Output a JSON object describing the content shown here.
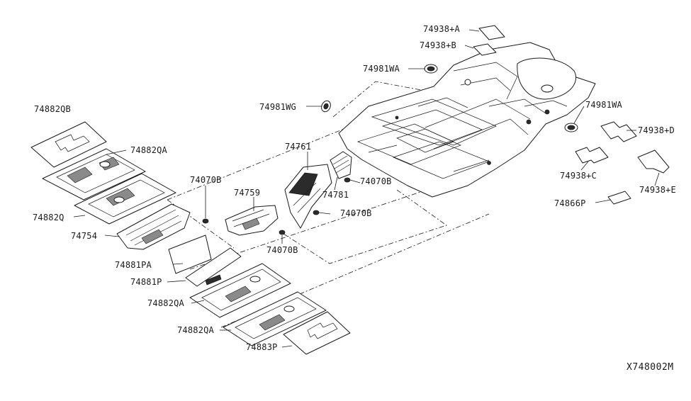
{
  "diagram_code": "X748002M",
  "parts": {
    "p74938A": "74938+A",
    "p74938B": "74938+B",
    "p74981WA_top": "74981WA",
    "p74981WG": "74981WG",
    "p74981WA_right": "74981WA",
    "p74938D": "74938+D",
    "p74938C": "74938+C",
    "p74938E": "74938+E",
    "p74866P": "74866P",
    "p74882QB": "74882QB",
    "p74882QA_top": "74882QA",
    "p74882Q": "74882Q",
    "p74070B_1": "74070B",
    "p74759": "74759",
    "p74761": "74761",
    "p74781": "74781",
    "p74070B_2": "74070B",
    "p74070B_3": "74070B",
    "p74070B_4": "74070B",
    "p74754": "74754",
    "p74881PA": "74881PA",
    "p74881P": "74881P",
    "p74882QA_1": "74882QA",
    "p74882QA_2": "74882QA",
    "p74883P": "74883P"
  }
}
